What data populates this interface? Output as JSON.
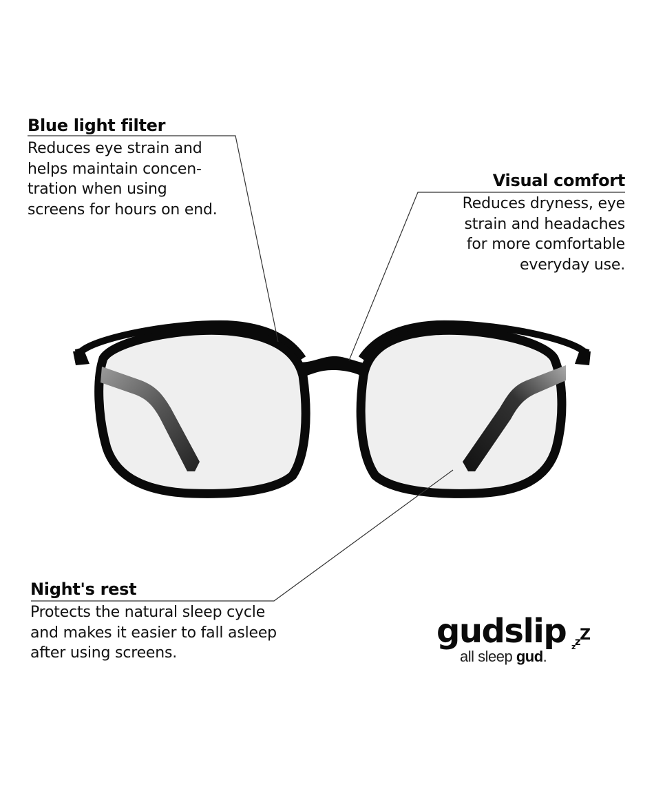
{
  "callouts": {
    "blue_light": {
      "title": "Blue light filter",
      "body": "Reduces eye strain and\nhelps maintain concen-\ntration when using\nscreens for hours on end."
    },
    "visual_comfort": {
      "title": "Visual comfort",
      "body": "Reduces dryness, eye\nstrain and headaches\nfor more comfortable\neveryday use."
    },
    "nights_rest": {
      "title": "Night's rest",
      "body": "Protects the natural sleep cycle\nand makes it easier to fall asleep\nafter using screens."
    }
  },
  "brand": {
    "name": "gudslip",
    "zzz": [
      "z",
      "z",
      "Z"
    ],
    "tagline_prefix": "all sleep ",
    "tagline_bold": "gud",
    "tagline_suffix": "."
  },
  "colors": {
    "frame": "#0a0a0a",
    "lens": "#efefef",
    "temple": "#3a3a3a",
    "leader_line": "#333333",
    "background": "#ffffff"
  },
  "illustration": {
    "subject": "glasses-icon"
  }
}
